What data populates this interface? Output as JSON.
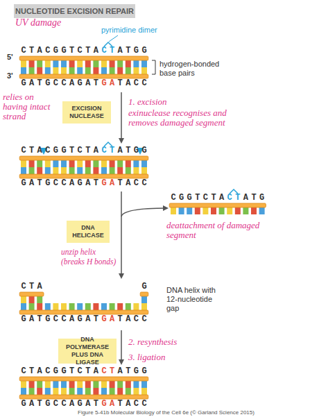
{
  "diagram": {
    "title": "NUCLEOTIDE EXCISION REPAIR",
    "caption": "Figure 5-41b Molecular Biology of the Cell 6e (© Garland Science 2015)",
    "nodes": [
      {
        "text": [
          "EXCISION NUCLEASE"
        ]
      },
      {
        "text": [
          "DNA HELICASE"
        ]
      },
      {
        "text": [
          "DNA POLYMERASE PLUS DNA LIGASE"
        ]
      }
    ],
    "labels": [
      "UV damage",
      "pyrimidine dimer",
      "5'",
      "3'",
      "hydrogen-bonded base pairs",
      "CTACGGTCTA",
      "CT",
      "ATGG",
      "GATGCCAGAT",
      "GA",
      "TACC",
      "relies on having intact strand",
      "1. excision",
      "exinuclease recognises and removes damaged segment",
      "CTACGGTCTA",
      "CT",
      "ATGG",
      "GATGCCAGAT",
      "GA",
      "TACC",
      "unzip helix (breaks H bonds)",
      "CGGTCTA",
      "CT",
      "ATG",
      "deattachment of damaged segment",
      "CTA",
      "G",
      "GATGCCAGAT",
      "GA",
      "TACC",
      "DNA helix with 12-nucleotide gap",
      "2. resynthesis",
      "3. ligation",
      "CTACGGTCTA",
      "CT",
      "ATGG",
      "GATGCCAGAT",
      "GA",
      "TACC"
    ]
  }
}
